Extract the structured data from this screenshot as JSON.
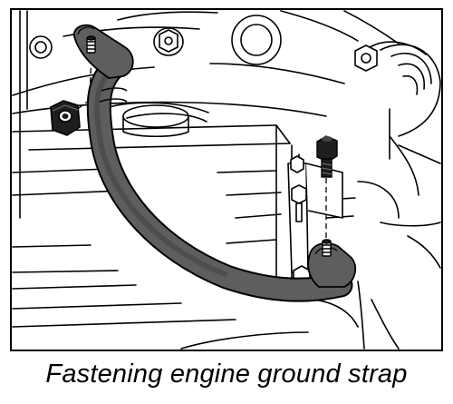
{
  "caption": "Fastening engine ground strap",
  "colors": {
    "line": "#000000",
    "paper": "#ffffff",
    "strap": "#5e5e5e",
    "strap_dark": "#3c3c3c",
    "hardware": "#1e1e1e"
  },
  "parts": [
    "ground-strap",
    "strap-end-terminal",
    "terminal-stud",
    "hex-nut",
    "hex-bolt",
    "bracket"
  ]
}
